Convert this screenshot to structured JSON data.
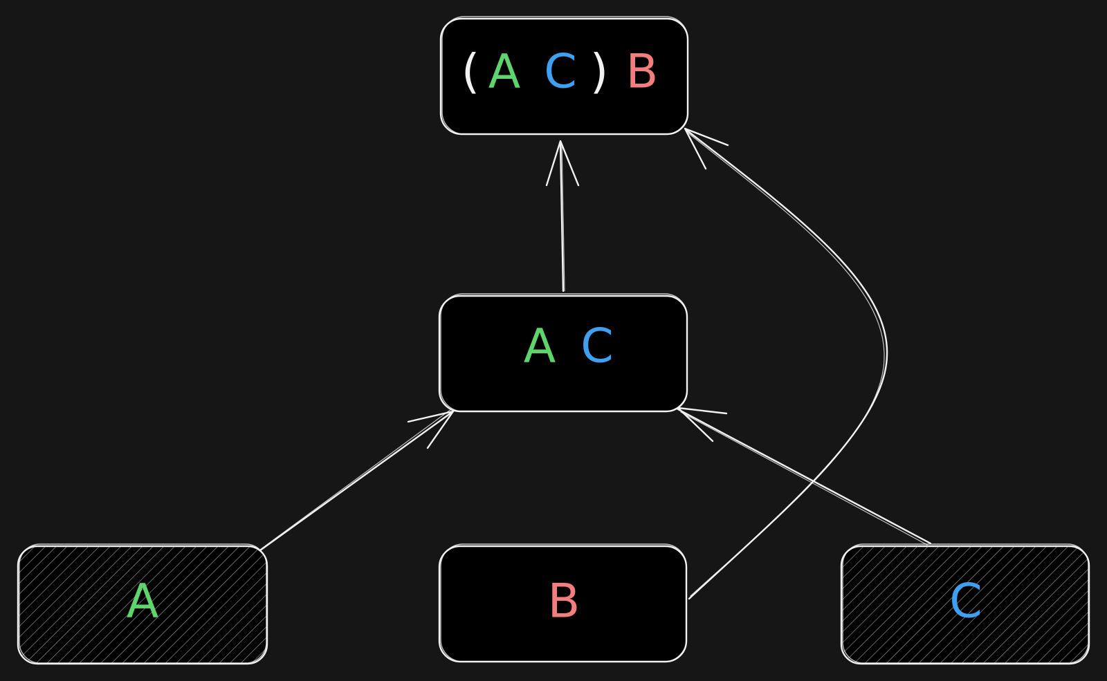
{
  "diagram": {
    "colors": {
      "background": "#161616",
      "box_fill": "#000000",
      "stroke": "#f2f2f2",
      "A": "#5fd36c",
      "B": "#f47d7d",
      "C": "#3f9ff1",
      "paren": "#f2f2f2"
    },
    "nodes": {
      "top": {
        "open_paren": "(",
        "a": "A",
        "c": "C",
        "close_paren": ")",
        "b": "B"
      },
      "middle": {
        "a": "A",
        "c": "C"
      },
      "left": {
        "label": "A",
        "hatched": true
      },
      "bottom_center": {
        "label": "B",
        "hatched": false
      },
      "right": {
        "label": "C",
        "hatched": true
      }
    },
    "edges": [
      {
        "from": "left",
        "to": "middle"
      },
      {
        "from": "right",
        "to": "middle"
      },
      {
        "from": "middle",
        "to": "top"
      },
      {
        "from": "bottom_center",
        "to": "top"
      }
    ]
  }
}
